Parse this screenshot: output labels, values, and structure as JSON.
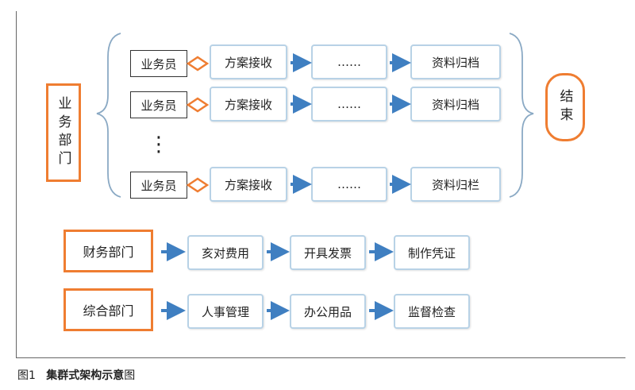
{
  "dept_business": "业务部门",
  "end_label": "结束",
  "rows": [
    {
      "person": "业务员",
      "step1": "方案接收",
      "step2": "……",
      "step3": "资料归档"
    },
    {
      "person": "业务员",
      "step1": "方案接收",
      "step2": "……",
      "step3": "资料归档"
    },
    {
      "person": "业务员",
      "step1": "方案接收",
      "step2": "……",
      "step3": "资料归栏"
    }
  ],
  "ellipsis": "⋮",
  "finance": {
    "dept": "财务部门",
    "steps": [
      "亥对费用",
      "开具发票",
      "制作凭证"
    ]
  },
  "general": {
    "dept": "综合部门",
    "steps": [
      "人事管理",
      "办公用品",
      "监督检查"
    ]
  },
  "caption": {
    "prefix": "图1",
    "title": "集群式架构示意",
    "suffix": "图"
  },
  "colors": {
    "orange": "#ef7d31",
    "blue_border": "#b8d2e6",
    "arrow": "#3f7fc1"
  }
}
